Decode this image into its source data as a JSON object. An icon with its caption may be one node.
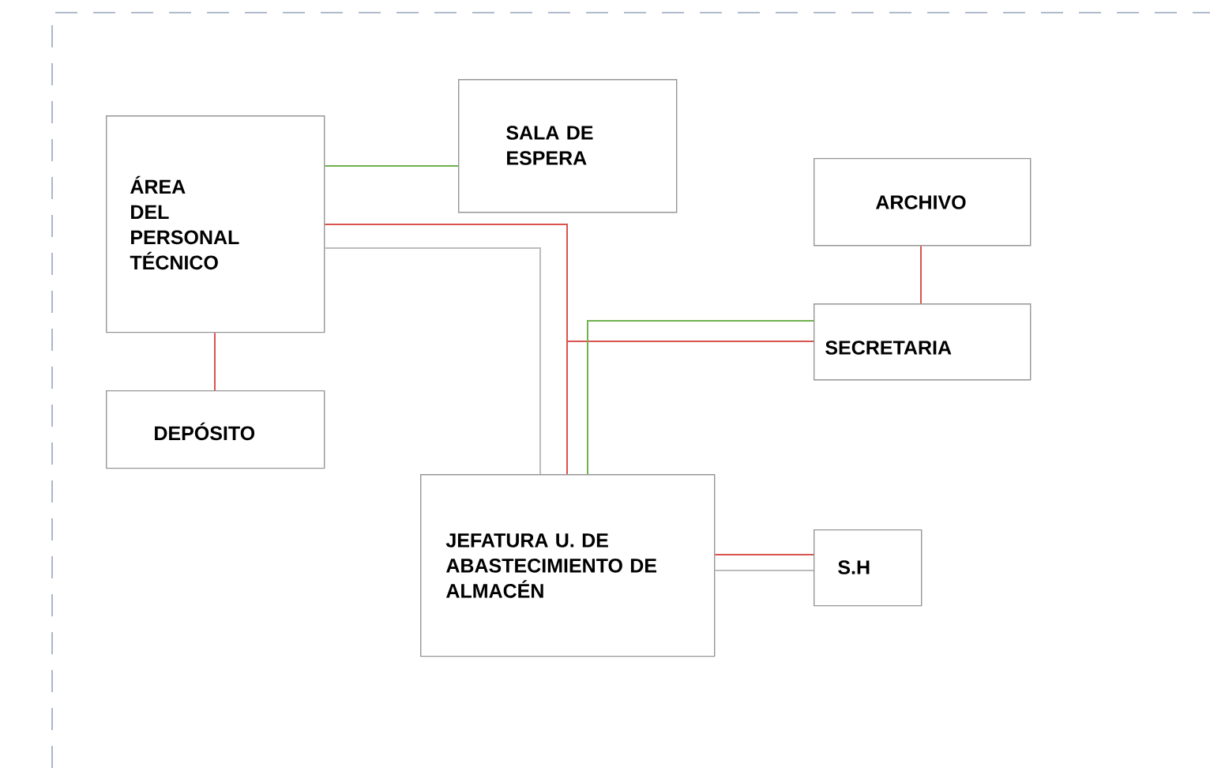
{
  "diagram": {
    "nodes": [
      {
        "text": [
          "ÁREA DEL PERSONAL TÉCNICO"
        ]
      },
      {
        "text": [
          "SALA DE ESPERA"
        ]
      },
      {
        "text": [
          "ARCHIVO"
        ]
      },
      {
        "text": [
          "SECRETARIA"
        ]
      },
      {
        "text": [
          "DEPÓSITO"
        ]
      },
      {
        "text": [
          "JEFATURA U. DE ABASTECIMIENTO DE ALMACÉN"
        ]
      },
      {
        "text": [
          "S.H"
        ]
      }
    ],
    "edges": [
      {
        "from": 0,
        "to": 1,
        "arrow": "none",
        "color": "#6fb24f"
      },
      {
        "from": 0,
        "to": 5,
        "arrow": "none"
      },
      {
        "from": 0,
        "to": 5,
        "arrow": "none",
        "color": "#bdbdbd"
      },
      {
        "from": 3,
        "to": 5,
        "arrow": "none"
      },
      {
        "from": 3,
        "to": 5,
        "arrow": "none",
        "color": "#6fb24f"
      },
      {
        "from": 2,
        "to": 3,
        "arrow": "none"
      },
      {
        "from": 0,
        "to": 4,
        "arrow": "none"
      },
      {
        "from": 5,
        "to": 6,
        "arrow": "none"
      },
      {
        "from": 5,
        "to": 6,
        "arrow": "none",
        "color": "#bdbdbd"
      }
    ]
  }
}
